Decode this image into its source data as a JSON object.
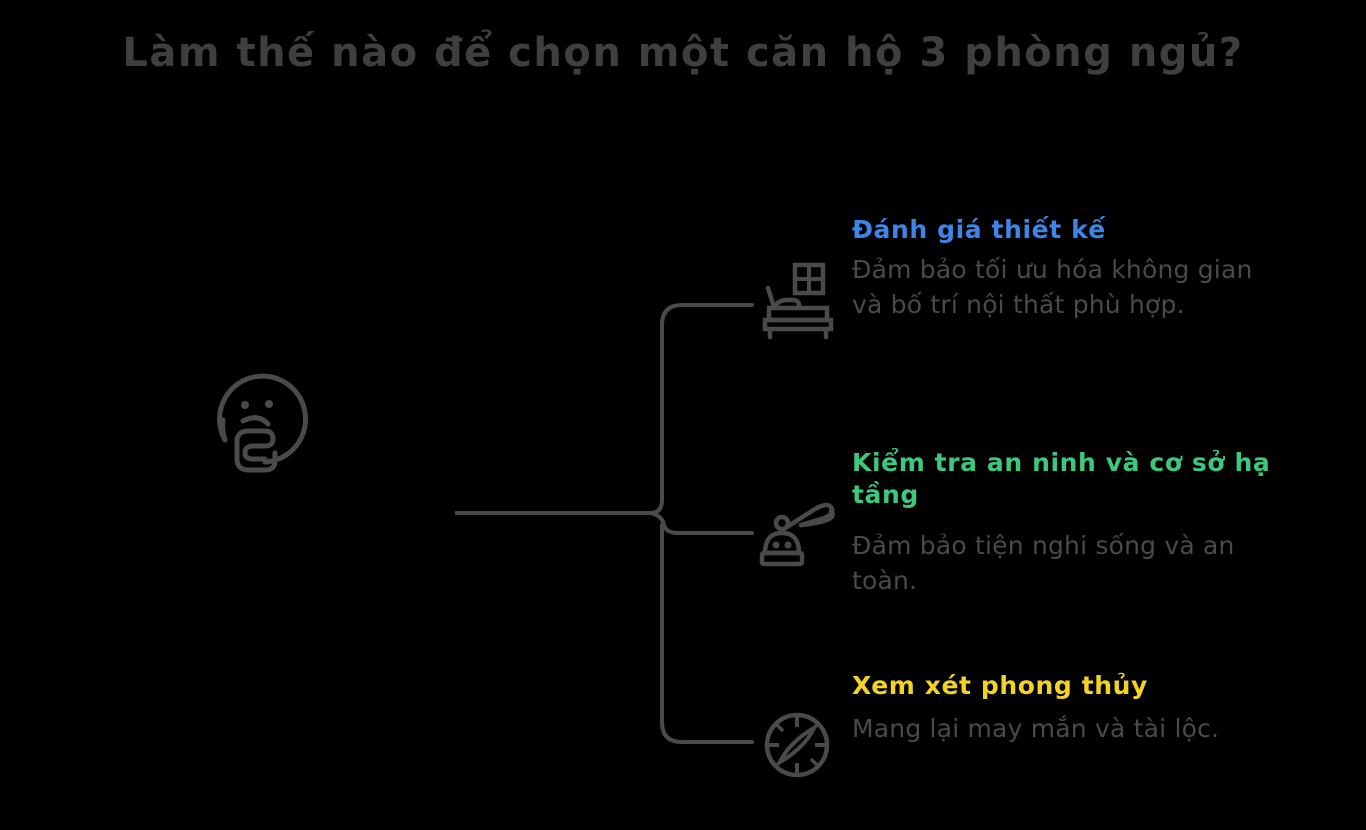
{
  "page": {
    "background_color": "#000000",
    "title": "Làm thế nào để chọn một căn hộ 3 phòng ngủ?",
    "title_color": "#3f3f3f",
    "line_color": "#4a4a4a",
    "body_text_color": "#4a4a4a"
  },
  "center": {
    "icon": "thinking-face-icon"
  },
  "branches": [
    {
      "id": "branch-1",
      "icon": "bed-window-icon",
      "heading": "Đánh giá thiết kế",
      "heading_color": "#3d85e8",
      "body": "Đảm bảo tối ưu hóa không gian và bố trí nội thất phù hợp."
    },
    {
      "id": "branch-2",
      "icon": "security-camera-icon",
      "heading": "Kiểm tra an ninh và cơ sở hạ tầng",
      "heading_color": "#3cc97e",
      "body": "Đảm bảo tiện nghi sống và an toàn."
    },
    {
      "id": "branch-3",
      "icon": "compass-icon",
      "heading": "Xem xét phong thủy",
      "heading_color": "#f2d321",
      "body": "Mang lại may mắn và tài lộc."
    }
  ]
}
